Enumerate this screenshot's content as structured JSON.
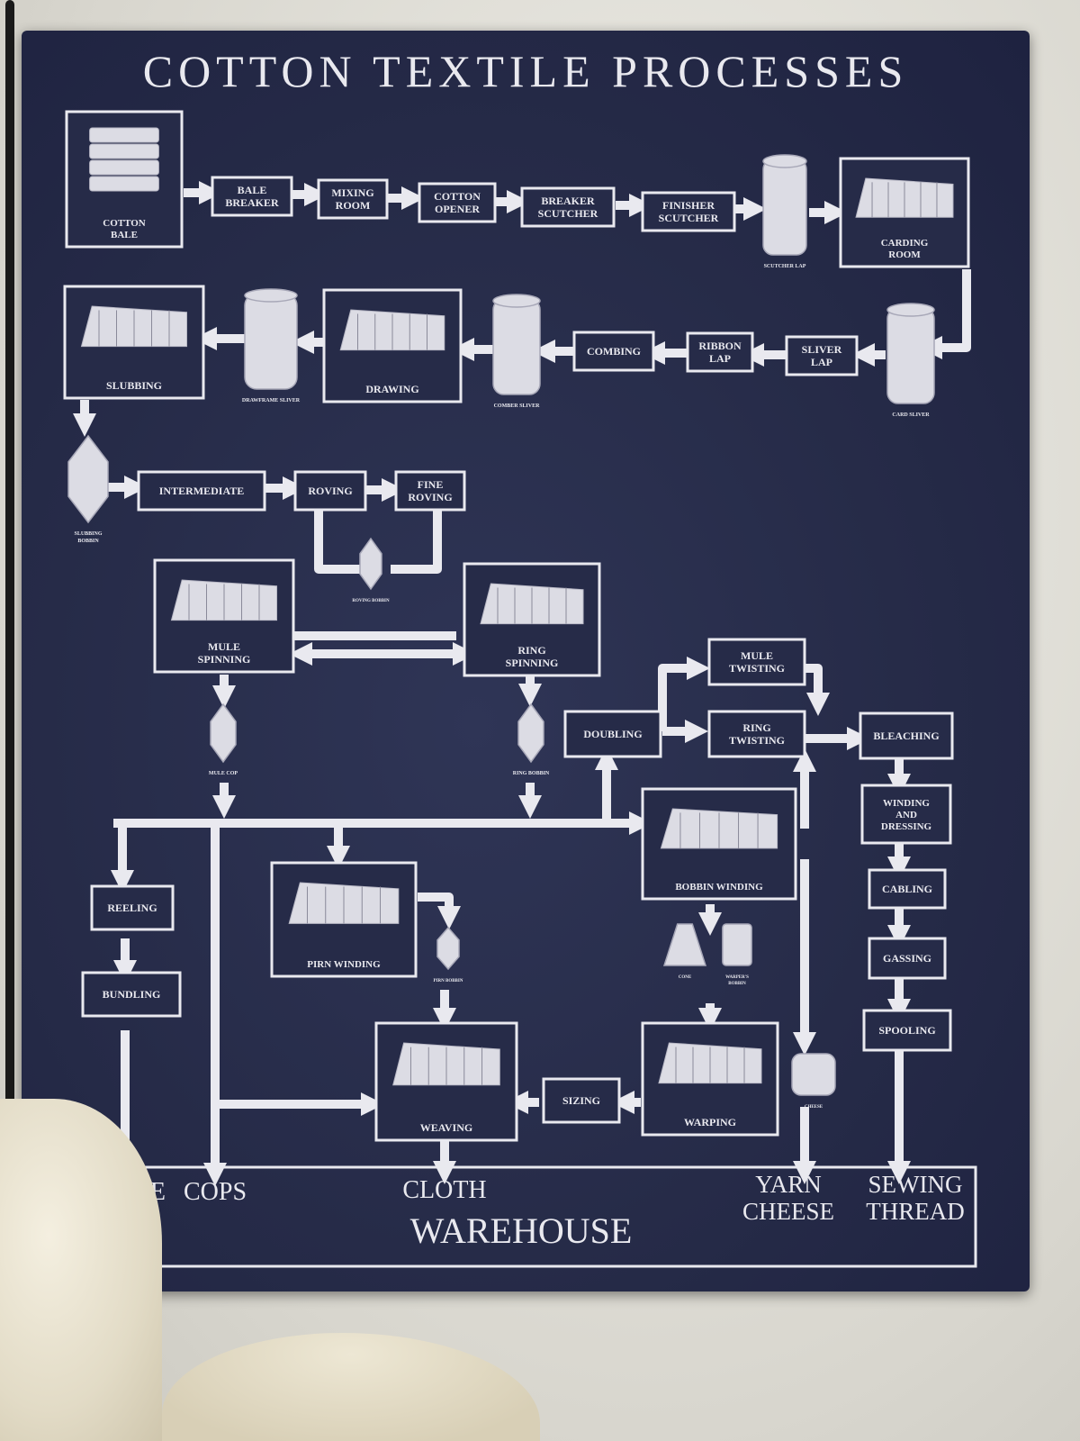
{
  "title": "COTTON TEXTILE PROCESSES",
  "nodes": {
    "cotton_bale": [
      "COTTON",
      "BALE"
    ],
    "bale_breaker": [
      "BALE",
      "BREAKER"
    ],
    "mixing_room": [
      "MIXING",
      "ROOM"
    ],
    "cotton_opener": [
      "COTTON",
      "OPENER"
    ],
    "breaker_scutcher": [
      "BREAKER",
      "SCUTCHER"
    ],
    "finisher_scutcher": [
      "FINISHER",
      "SCUTCHER"
    ],
    "scutcher_lap": [
      "SCUTCHER LAP"
    ],
    "carding_room": [
      "CARDING",
      "ROOM"
    ],
    "card_sliver": [
      "CARD SLIVER"
    ],
    "sliver_lap": [
      "SLIVER",
      "LAP"
    ],
    "ribbon_lap": [
      "RIBBON",
      "LAP"
    ],
    "combing": [
      "COMBING"
    ],
    "comber_sliver": [
      "COMBER SLIVER"
    ],
    "drawing": [
      "DRAWING"
    ],
    "drawframe_sliver": [
      "DRAWFRAME SLIVER"
    ],
    "slubbing": [
      "SLUBBING"
    ],
    "slubbing_bobbin": [
      "SLUBBING",
      "BOBBIN"
    ],
    "intermediate": [
      "INTERMEDIATE"
    ],
    "roving": [
      "ROVING"
    ],
    "fine_roving": [
      "FINE",
      "ROVING"
    ],
    "roving_bobbin": [
      "ROVING BOBBIN"
    ],
    "mule_spinning": [
      "MULE",
      "SPINNING"
    ],
    "ring_spinning": [
      "RING",
      "SPINNING"
    ],
    "mule_cop": [
      "MULE COP"
    ],
    "ring_bobbin": [
      "RING BOBBIN"
    ],
    "doubling": [
      "DOUBLING"
    ],
    "mule_twisting": [
      "MULE",
      "TWISTING"
    ],
    "ring_twisting": [
      "RING",
      "TWISTING"
    ],
    "bleaching": [
      "BLEACHING"
    ],
    "winding_dressing": [
      "WINDING",
      "AND",
      "DRESSING"
    ],
    "cabling": [
      "CABLING"
    ],
    "gassing": [
      "GASSING"
    ],
    "spooling": [
      "SPOOLING"
    ],
    "reeling": [
      "REELING"
    ],
    "bundling": [
      "BUNDLING"
    ],
    "pirn_winding": [
      "PIRN WINDING"
    ],
    "pirn_bobbin": [
      "PIRN BOBBIN"
    ],
    "bobbin_winding": [
      "BOBBIN WINDING"
    ],
    "cone": [
      "CONE"
    ],
    "warpers_bobbin": [
      "WARPER'S",
      "BOBBIN"
    ],
    "warping": [
      "WARPING"
    ],
    "sizing": [
      "SIZING"
    ],
    "weaving": [
      "WEAVING"
    ],
    "cheese": [
      "CHEESE"
    ]
  },
  "warehouse": {
    "label": "WAREHOUSE",
    "bundle": "INDLE",
    "cops": "COPS",
    "cloth": "CLOTH",
    "yarn_cheese": [
      "YARN",
      "CHEESE"
    ],
    "sewing_thread": [
      "SEWING",
      "THREAD"
    ]
  }
}
